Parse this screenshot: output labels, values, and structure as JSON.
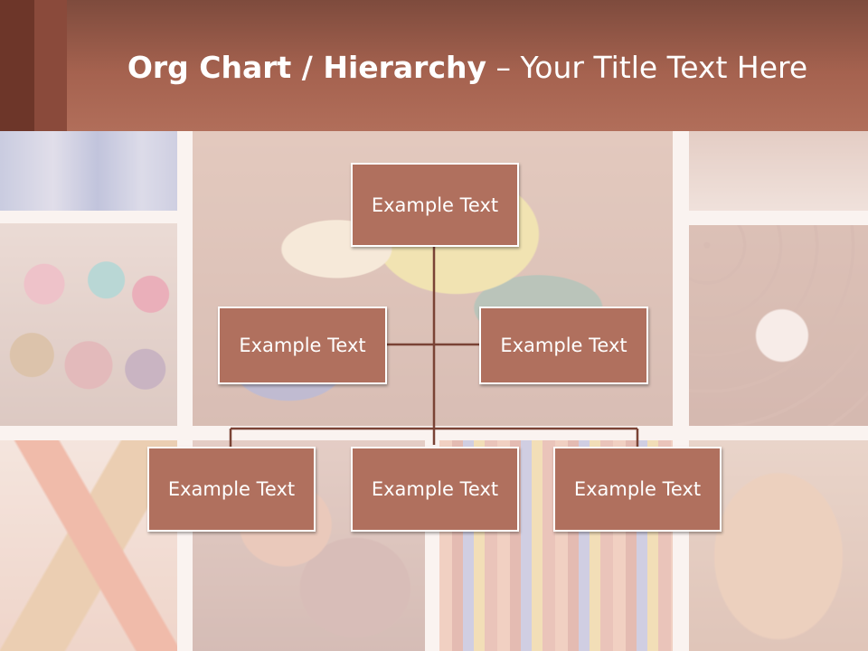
{
  "slide": {
    "title_bold": "Org Chart / Hierarchy",
    "title_dash": " – ",
    "title_rest": "Your Title Text Here"
  },
  "org_chart": {
    "root": "Example Text",
    "assistant_left": "Example Text",
    "assistant_right": "Example Text",
    "children": [
      "Example Text",
      "Example Text",
      "Example Text"
    ]
  },
  "colors": {
    "node_fill": "#b0705e",
    "connector": "#7a4335",
    "header": "#a5624f"
  }
}
